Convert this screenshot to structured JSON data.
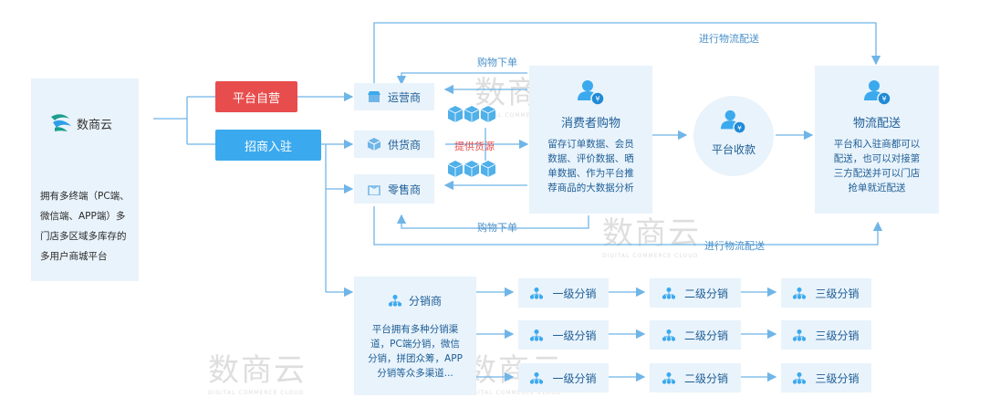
{
  "brand": {
    "logo_text": "数商云",
    "description_lines": [
      "拥有多终端（PC端、",
      "微信端、APP端）多",
      "门店多区域多库存的",
      "多用户商城平台"
    ]
  },
  "modes": {
    "self": "平台自营",
    "merchant": "招商入驻"
  },
  "suppliers": {
    "operator": "运营商",
    "supplier": "供货商",
    "retailer": "零售商"
  },
  "consumer": {
    "title": "消费者购物",
    "desc_lines": [
      "留存订单数据、会员",
      "数据、评价数据、晒",
      "单数据、作为平台推",
      "荐商品的大数据分析"
    ]
  },
  "payment": {
    "title": "平台收款"
  },
  "logistics": {
    "title": "物流配送",
    "desc_lines": [
      "平台和入驻商都可以",
      "配送，也可以对接第",
      "三方配送并可以门店",
      "抢单就近配送"
    ]
  },
  "edges": {
    "top_delivery": "进行物流配送",
    "top_purchase": "购物下单",
    "supply": "提供货源",
    "bottom_purchase": "购物下单",
    "bottom_delivery": "进行物流配送"
  },
  "distributor": {
    "title": "分销商",
    "desc_lines": [
      "平台拥有多种分销渠",
      "道，PC端分销，微信",
      "分销，拼团众筹，APP",
      "分销等众多渠道..."
    ]
  },
  "levels": {
    "row1": [
      "一级分销",
      "二级分销",
      "三级分销"
    ],
    "row2": [
      "一级分销",
      "二级分销",
      "三级分销"
    ],
    "row3": [
      "一级分销",
      "二级分销",
      "三级分销"
    ]
  },
  "colors": {
    "accent_blue": "#2e9fe6",
    "red": "#e84d4d",
    "box_bg": "#e9f3fb",
    "line": "#6fb5e8",
    "text": "#1e5e96"
  }
}
